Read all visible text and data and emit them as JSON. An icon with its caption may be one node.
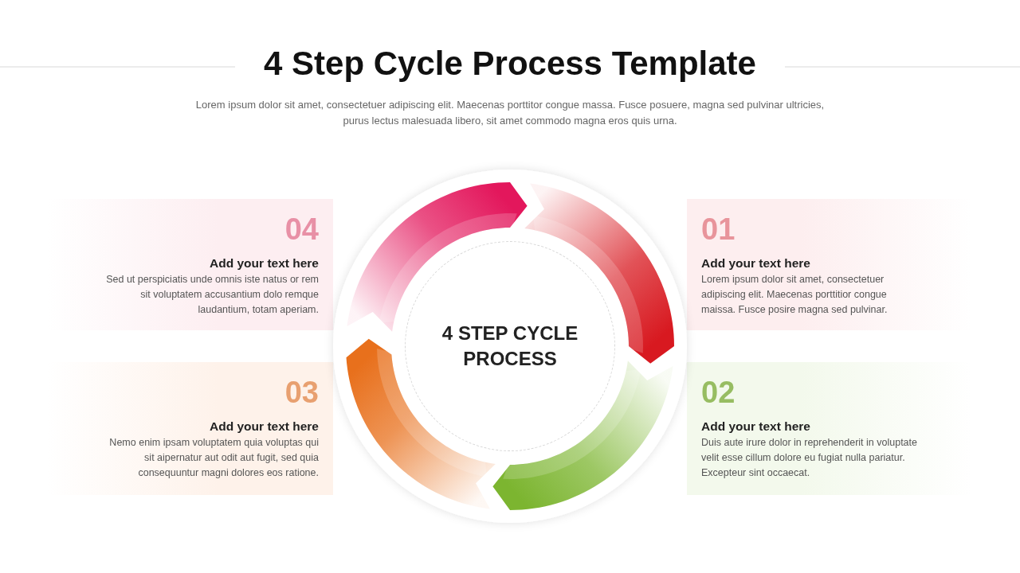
{
  "diagram": {
    "title": "4 Step Cycle Process Template",
    "caption": "Lorem ipsum dolor sit amet, consectetuer adipiscing elit. Maecenas porttitor congue massa. Fusce posuere, magna sed pulvinar ultricies, purus lectus malesuada libero, sit amet commodo magna eros quis urna.",
    "nodes": [
      {
        "text": [
          "04",
          "Add your text here",
          "Sed ut perspiciatis unde omnis iste natus or rem sit voluptatem accusantium dolo remque laudantium, totam aperiam."
        ]
      },
      {
        "text": [
          "01",
          "Add your text here",
          "Lorem ipsum dolor sit amet, consectetuer adipiscing elit. Maecenas porttitior congue maissa. Fusce posire magna sed pulvinar."
        ]
      },
      {
        "text": [
          "4 STEP CYCLE PROCESS"
        ]
      },
      {
        "text": [
          "03",
          "Add your text here",
          "Nemo enim ipsam voluptatem quia voluptas qui sit aipernatur aut odit aut fugit, sed quia consequuntur magni dolores eos ratione."
        ]
      },
      {
        "text": [
          "02",
          "Add your text here",
          "Duis aute irure dolor in reprehenderit in voluptate velit esse cillum dolore eu fugiat nulla pariatur. Excepteur sint occaecat."
        ]
      }
    ]
  }
}
